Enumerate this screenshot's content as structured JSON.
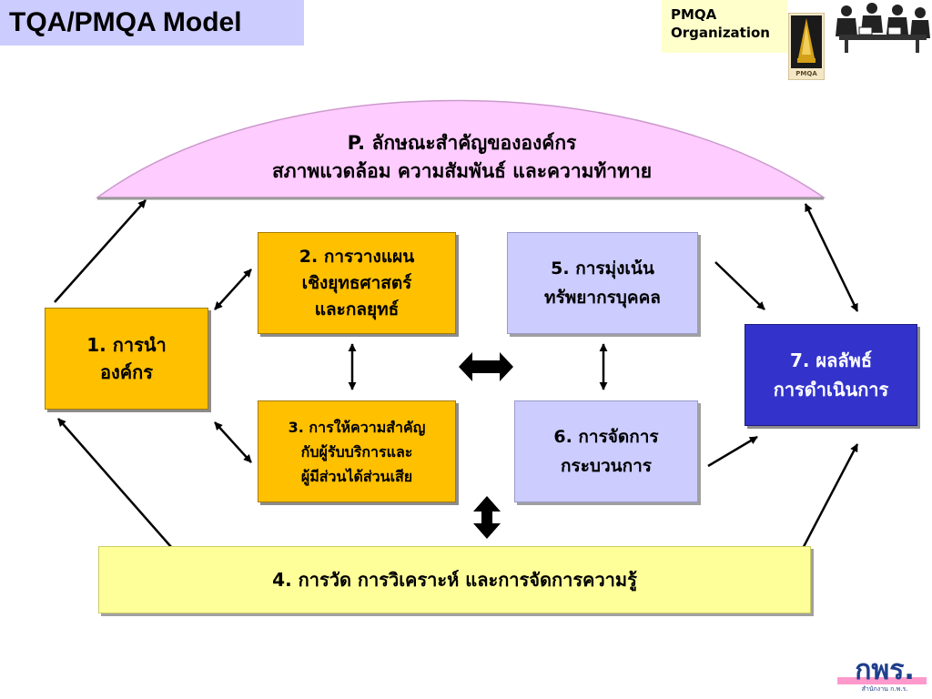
{
  "title": "TQA/PMQA Model",
  "org": {
    "line1": "PMQA",
    "line2": "Organization",
    "logo_caption": "PMQA"
  },
  "profile": {
    "line1": "P. ลักษณะสำคัญขององค์กร",
    "line2": "สภาพแวดล้อม ความสัมพันธ์ และความท้าทาย"
  },
  "boxes": {
    "b1": {
      "line1": "1. การนำ",
      "line2": "องค์กร"
    },
    "b2": {
      "line1": "2. การวางแผน",
      "line2": "เชิงยุทธศาสตร์",
      "line3": "และกลยุทธ์"
    },
    "b3": {
      "line1": "3. การให้ความสำคัญ",
      "line2": "กับผู้รับบริการและ",
      "line3": "ผู้มีส่วนได้ส่วนเสีย"
    },
    "b4": {
      "line1": "4. การวัด การวิเคราะห์ และการจัดการความรู้"
    },
    "b5": {
      "line1": "5. การมุ่งเน้น",
      "line2": "ทรัพยากรบุคคล"
    },
    "b6": {
      "line1": "6. การจัดการ",
      "line2": "กระบวนการ"
    },
    "b7": {
      "line1": "7. ผลลัพธ์",
      "line2": "การดำเนินการ"
    }
  },
  "footer": {
    "logo_text": "กพร.",
    "logo_subtext": "สำนักงาน ก.พ.ร."
  },
  "colors": {
    "title_bg": "#ccccff",
    "org_bg": "#ffffcc",
    "profile_fill": "#ffccff",
    "gold": "#ffc000",
    "lavender": "#ccccff",
    "navy": "#3333cc",
    "light_yellow": "#ffff99"
  }
}
